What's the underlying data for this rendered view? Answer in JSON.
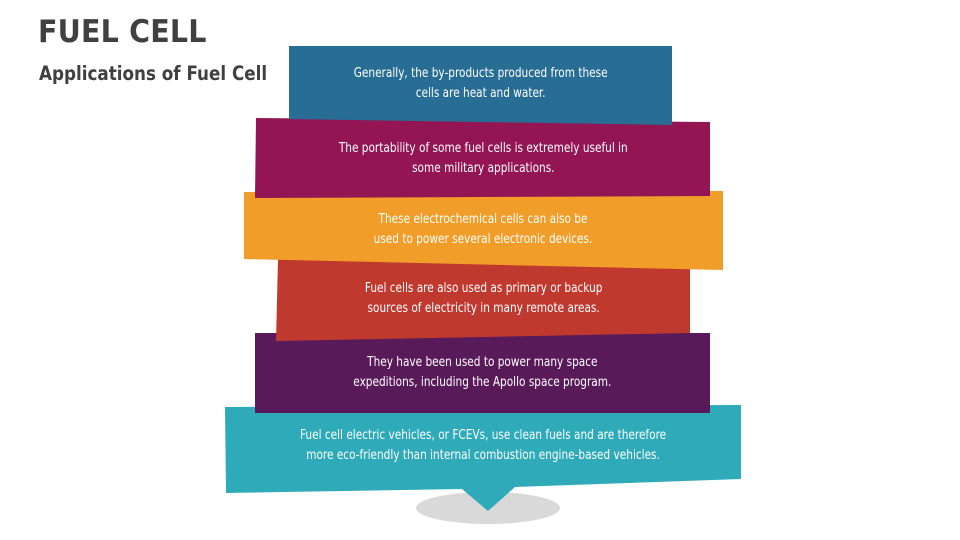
{
  "header": {
    "title": "FUEL CELL",
    "subtitle": "Applications of Fuel Cell"
  },
  "diagram": {
    "type": "stacked-banner-callout",
    "colors": {
      "blue": "#286d93",
      "magenta": "#931553",
      "orange": "#f19d29",
      "red": "#c0392f",
      "purple": "#591a5a",
      "teal": "#2eaab8",
      "shadow_ellipse": "#d9d9d9",
      "title_text": "#404040"
    },
    "bands": [
      {
        "color": "blue",
        "line1": "Generally, the by-products produced from these",
        "line2": "cells are heat and water."
      },
      {
        "color": "magenta",
        "line1": "The portability of some fuel cells is extremely useful in",
        "line2": "some military applications."
      },
      {
        "color": "orange",
        "line1": "These electrochemical cells can also be",
        "line2": "used to power several electronic devices."
      },
      {
        "color": "red",
        "line1": "Fuel cells are also used as primary or backup",
        "line2": "sources of electricity in many remote areas."
      },
      {
        "color": "purple",
        "line1": "They have been used to power many space",
        "line2": "expeditions, including the Apollo space program."
      },
      {
        "color": "teal",
        "line1": "Fuel cell electric vehicles, or FCEVs, use clean fuels and are therefore",
        "line2": "more eco-friendly than internal combustion engine-based vehicles."
      }
    ]
  }
}
